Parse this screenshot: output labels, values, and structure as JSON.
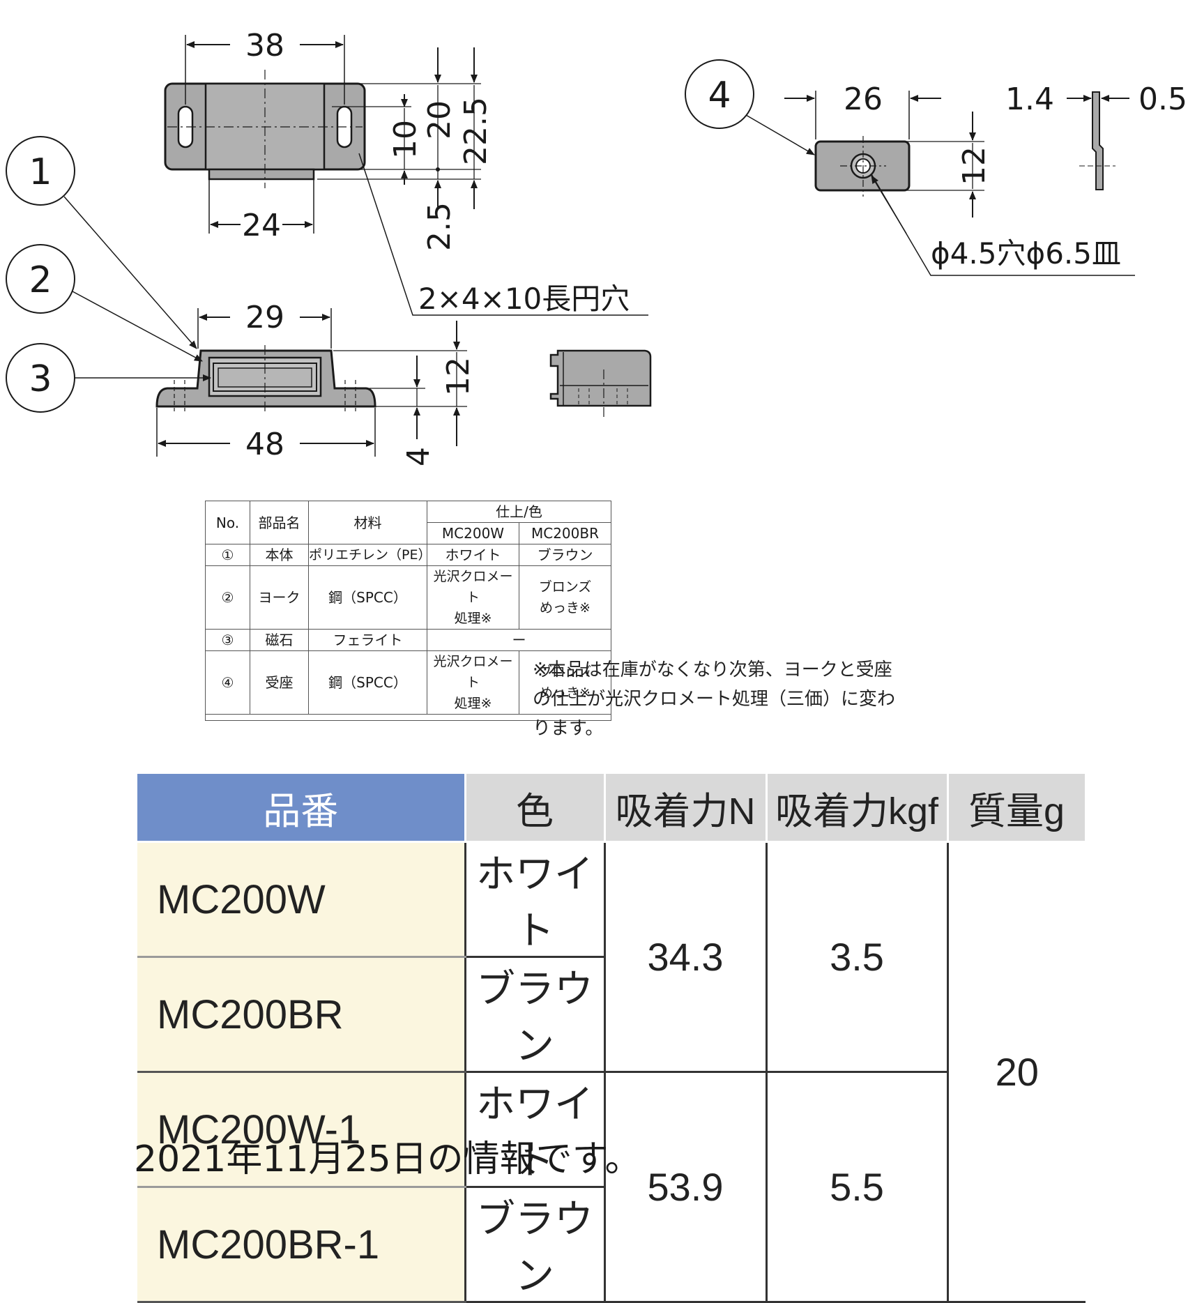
{
  "dimensions": {
    "d38": "38",
    "d20": "20",
    "d22_5": "22.5",
    "d10": "10",
    "d24": "24",
    "d2_5": "2.5",
    "slot_note": "2×4×10長円穴",
    "d29": "29",
    "d12_side": "12",
    "d48": "48",
    "d4": "4",
    "d26": "26",
    "d12_plate": "12",
    "d1_4": "1.4",
    "d0_5": "0.5",
    "hole_note": "ϕ4.5穴ϕ6.5皿"
  },
  "callouts": {
    "c1": "1",
    "c2": "2",
    "c3": "3",
    "c4": "4"
  },
  "parts_table": {
    "headers": {
      "no": "No.",
      "name": "部品名",
      "material": "材料",
      "finish_color": "仕上/色",
      "col_w": "MC200W",
      "col_br": "MC200BR"
    },
    "rows": [
      {
        "no": "①",
        "name": "本体",
        "material": "ポリエチレン（PE）",
        "w": "ホワイト",
        "br": "ブラウン"
      },
      {
        "no": "②",
        "name": "ヨーク",
        "material": "鋼（SPCC）",
        "w1": "光沢クロメート",
        "w2": "処理※",
        "br1": "ブロンズ",
        "br2": "めっき※"
      },
      {
        "no": "③",
        "name": "磁石",
        "material": "フェライト",
        "w": "ー"
      },
      {
        "no": "④",
        "name": "受座",
        "material": "鋼（SPCC）",
        "w1": "光沢クロメート",
        "w2": "処理※",
        "br1": "ブロンズ",
        "br2": "めっき※"
      }
    ]
  },
  "footnote": {
    "line1": "※本品は在庫がなくなり次第、ヨークと受座",
    "line2": "の仕上が光沢クロメート処理（三価）に変わ",
    "line3": "ります。"
  },
  "spec_table": {
    "headers": [
      "品番",
      "色",
      "吸着力N",
      "吸着力kgf",
      "質量g"
    ],
    "rows": [
      {
        "part": "MC200W",
        "color": "ホワイト"
      },
      {
        "part": "MC200BR",
        "color": "ブラウン"
      },
      {
        "part": "MC200W-1",
        "color": "ホワイト"
      },
      {
        "part": "MC200BR-1",
        "color": "ブラウン"
      }
    ],
    "force_n_a": "34.3",
    "force_kgf_a": "3.5",
    "force_n_b": "53.9",
    "force_kgf_b": "5.5",
    "mass": "20"
  },
  "date_note": "2021年11月25日の情報です。",
  "colors": {
    "part_fill": "#a9a9a9",
    "header_blue": "#6f8ec9",
    "header_gray": "#d9d9d9",
    "part_number_cell": "#fbf6df"
  }
}
